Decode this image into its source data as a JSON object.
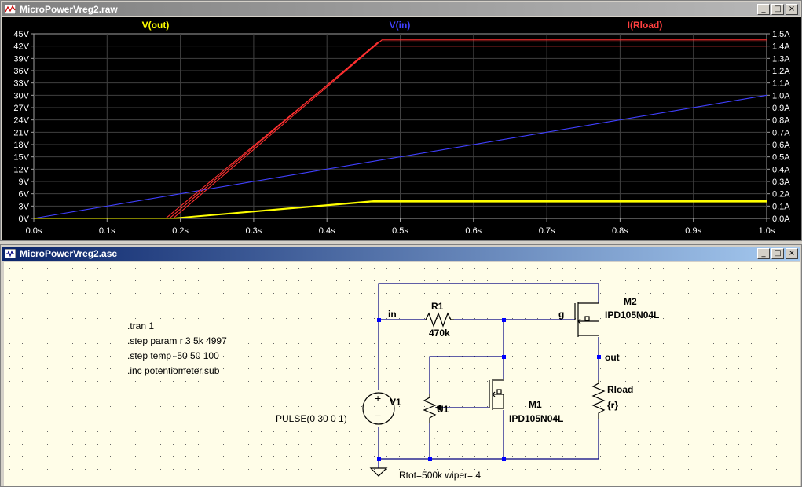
{
  "waveform_window": {
    "title": "MicroPowerVreg2.raw",
    "icon": "waveform-icon",
    "buttons": {
      "minimize": "_",
      "maximize": "□",
      "close": "×"
    }
  },
  "schematic_window": {
    "title": "MicroPowerVreg2.asc",
    "buttons": {
      "minimize": "_",
      "maximize": "□",
      "close": "×"
    }
  },
  "chart_data": {
    "type": "line",
    "background": "#000000",
    "grid": true,
    "traces": [
      {
        "name": "V(out)",
        "color": "#ffff00"
      },
      {
        "name": "V(in)",
        "color": "#4040ff"
      },
      {
        "name": "I(Rload)",
        "color": "#ff4040"
      }
    ],
    "x": {
      "min": 0,
      "max": 1.0,
      "ticks": [
        "0.0s",
        "0.1s",
        "0.2s",
        "0.3s",
        "0.4s",
        "0.5s",
        "0.6s",
        "0.7s",
        "0.8s",
        "0.9s",
        "1.0s"
      ]
    },
    "y_left": {
      "min": 0,
      "max": 45,
      "ticks": [
        "0V",
        "3V",
        "6V",
        "9V",
        "12V",
        "15V",
        "18V",
        "21V",
        "24V",
        "27V",
        "30V",
        "33V",
        "36V",
        "39V",
        "42V",
        "45V"
      ]
    },
    "y_right": {
      "min": 0,
      "max": 1.5,
      "ticks": [
        "0.0A",
        "0.1A",
        "0.2A",
        "0.3A",
        "0.4A",
        "0.5A",
        "0.6A",
        "0.7A",
        "0.8A",
        "0.9A",
        "1.0A",
        "1.1A",
        "1.2A",
        "1.3A",
        "1.4A",
        "1.5A"
      ]
    },
    "series": [
      {
        "name": "V(in)",
        "axis": "left",
        "color": "#4040ff",
        "points": [
          [
            0,
            0
          ],
          [
            1.0,
            30
          ]
        ]
      },
      {
        "name": "I(Rload) run 1",
        "axis": "left",
        "color": "#ff3030",
        "points": [
          [
            0,
            0
          ],
          [
            0.19,
            0
          ],
          [
            0.475,
            43.5
          ],
          [
            1.0,
            43.5
          ]
        ]
      },
      {
        "name": "I(Rload) run 2",
        "axis": "left",
        "color": "#ff3030",
        "points": [
          [
            0,
            0
          ],
          [
            0.18,
            0
          ],
          [
            0.465,
            42.0
          ],
          [
            1.0,
            42.0
          ]
        ]
      },
      {
        "name": "I(Rload) run 3",
        "axis": "left",
        "color": "#ff3030",
        "points": [
          [
            0,
            0
          ],
          [
            0.185,
            0
          ],
          [
            0.47,
            43.0
          ],
          [
            1.0,
            43.0
          ]
        ]
      },
      {
        "name": "V(out) run 1",
        "axis": "left",
        "color": "#ffff00",
        "points": [
          [
            0,
            0
          ],
          [
            0.19,
            0
          ],
          [
            0.465,
            4.2
          ],
          [
            1.0,
            4.2
          ]
        ]
      },
      {
        "name": "V(out) run 2",
        "axis": "left",
        "color": "#ffff00",
        "points": [
          [
            0,
            0
          ],
          [
            0.185,
            0
          ],
          [
            0.47,
            4.4
          ],
          [
            1.0,
            4.4
          ]
        ]
      },
      {
        "name": "V(out) run 3",
        "axis": "left",
        "color": "#ffff00",
        "points": [
          [
            0,
            0
          ],
          [
            0.195,
            0
          ],
          [
            0.46,
            4.0
          ],
          [
            1.0,
            4.0
          ]
        ]
      }
    ]
  },
  "schematic": {
    "directives": [
      ".tran 1",
      ".step param r 3 5k 4997",
      ".step temp -50 50 100",
      ".inc potentiometer.sub"
    ],
    "source_value": "PULSE(0 30 0 1)",
    "source_name": "V1",
    "r1_name": "R1",
    "r1_value": "470k",
    "u1_name": "U1",
    "u1_params": "Rtot=500k wiper=.4",
    "m1_name": "M1",
    "m1_model": "IPD105N04L",
    "m2_name": "M2",
    "m2_model": "IPD105N04L",
    "rload_name": "Rload",
    "rload_value": "{r}",
    "net_in": "in",
    "net_g": "g",
    "net_out": "out",
    "src_plus": "+",
    "src_minus": "−",
    "pot_dot": "."
  }
}
